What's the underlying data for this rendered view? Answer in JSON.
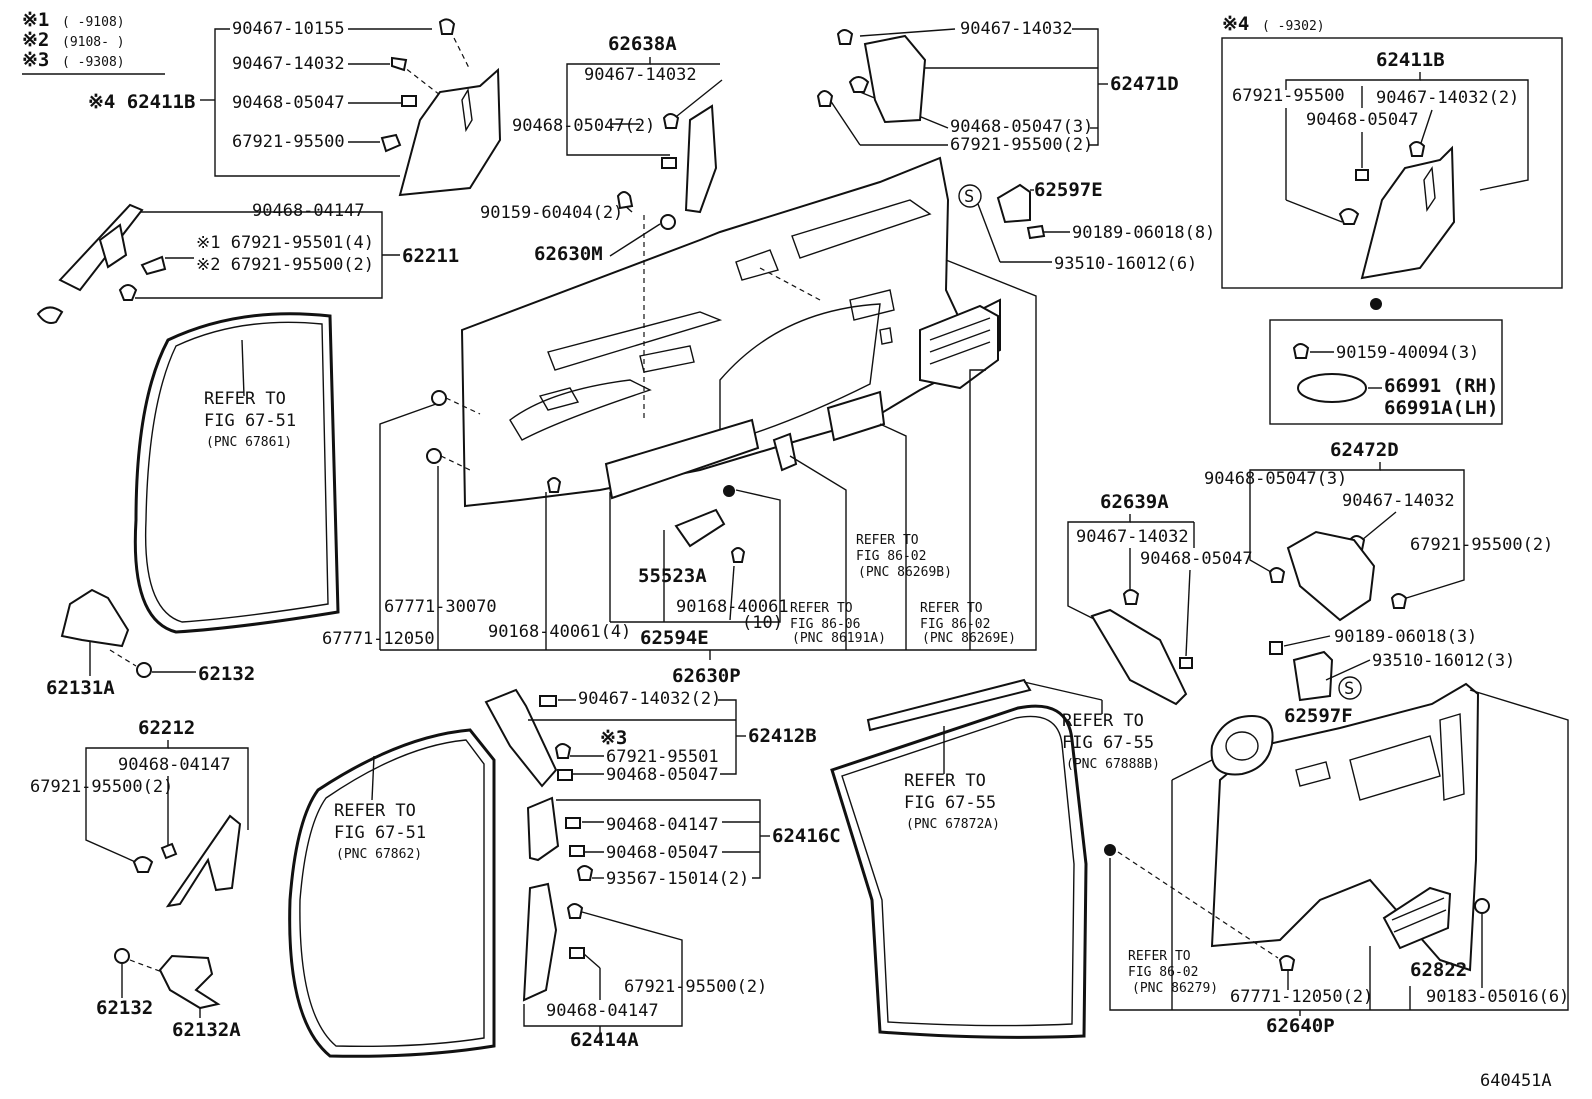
{
  "legend": {
    "n1": "※1",
    "n1_range": "(    -9108)",
    "n2": "※2",
    "n2_range": "(9108-     )",
    "n3": "※3",
    "n3_range": "(    -9308)",
    "n4": "※4",
    "n4_range": "(    -9302)"
  },
  "labels": {
    "l001": "90467-10155",
    "l002": "90467-14032",
    "l003": "90468-05047",
    "l004": "67921-95500",
    "l005": "※4 62411B",
    "l006": "90468-04147",
    "l007": "※1 67921-95501(4)",
    "l008": "※2 67921-95500(2)",
    "l009": "62211",
    "l010": "62638A",
    "l011": "90467-14032",
    "l012": "90468-05047(2)",
    "l013": "90159-60404(2)",
    "l014": "62630M",
    "l015": "90467-14032",
    "l016": "62471D",
    "l017": "90468-05047(3)",
    "l018": "67921-95500(2)",
    "l019": "62597E",
    "l020": "90189-06018(8)",
    "l021": "93510-16012(6)",
    "l022": "62411B",
    "l023": "67921-95500",
    "l024": "90467-14032(2)",
    "l025": "90468-05047",
    "l026": "90159-40094(3)",
    "l027": "66991 (RH)",
    "l028": "66991A(LH)",
    "l029": "REFER TO",
    "l030": "FIG 67-51",
    "l031": "(PNC 67861)",
    "l032": "67771-30070",
    "l033": "67771-12050",
    "l034": "90168-40061(4)",
    "l035": "55523A",
    "l036": "90168-40061",
    "l037": "(10)",
    "l038": "62594E",
    "l039": "REFER TO",
    "l040": "FIG 86-06",
    "l041": "(PNC 86191A)",
    "l042": "REFER TO",
    "l043": "FIG 86-02",
    "l044": "(PNC 86269B)",
    "l045": "REFER TO",
    "l046": "FIG 86-02",
    "l047": "(PNC 86269E)",
    "l048": "62630P",
    "l049": "62639A",
    "l050": "90467-14032",
    "l051": "90468-05047",
    "l052": "62472D",
    "l053": "90468-05047(3)",
    "l054": "90467-14032",
    "l055": "67921-95500(2)",
    "l056": "90189-06018(3)",
    "l057": "93510-16012(3)",
    "l058": "62597F",
    "l059": "62131A",
    "l060": "62132",
    "l061": "62212",
    "l062": "90468-04147",
    "l063": "67921-95500(2)",
    "l064": "62132",
    "l065": "62132A",
    "l066": "90467-14032(2)",
    "l067": "※3",
    "l068": "67921-95501",
    "l069": "90468-05047",
    "l070": "62412B",
    "l071": "REFER TO",
    "l072": "FIG 67-51",
    "l073": "(PNC 67862)",
    "l074": "90468-04147",
    "l075": "62416C",
    "l076": "90468-05047",
    "l077": "93567-15014(2)",
    "l078": "67921-95500(2)",
    "l079": "90468-04147",
    "l080": "62414A",
    "l081": "REFER TO",
    "l082": "FIG 67-55",
    "l083": "(PNC 67872A)",
    "l084": "REFER TO",
    "l085": "FIG 67-55",
    "l086": "(PNC 67888B)",
    "l087": "REFER TO",
    "l088": "FIG 86-02",
    "l089": "(PNC 86279)",
    "l090": "67771-12050(2)",
    "l091": "62822",
    "l092": "90183-05016(6)",
    "l093": "62640P",
    "l094": "640451A",
    "l095": "S",
    "l096": "S"
  }
}
